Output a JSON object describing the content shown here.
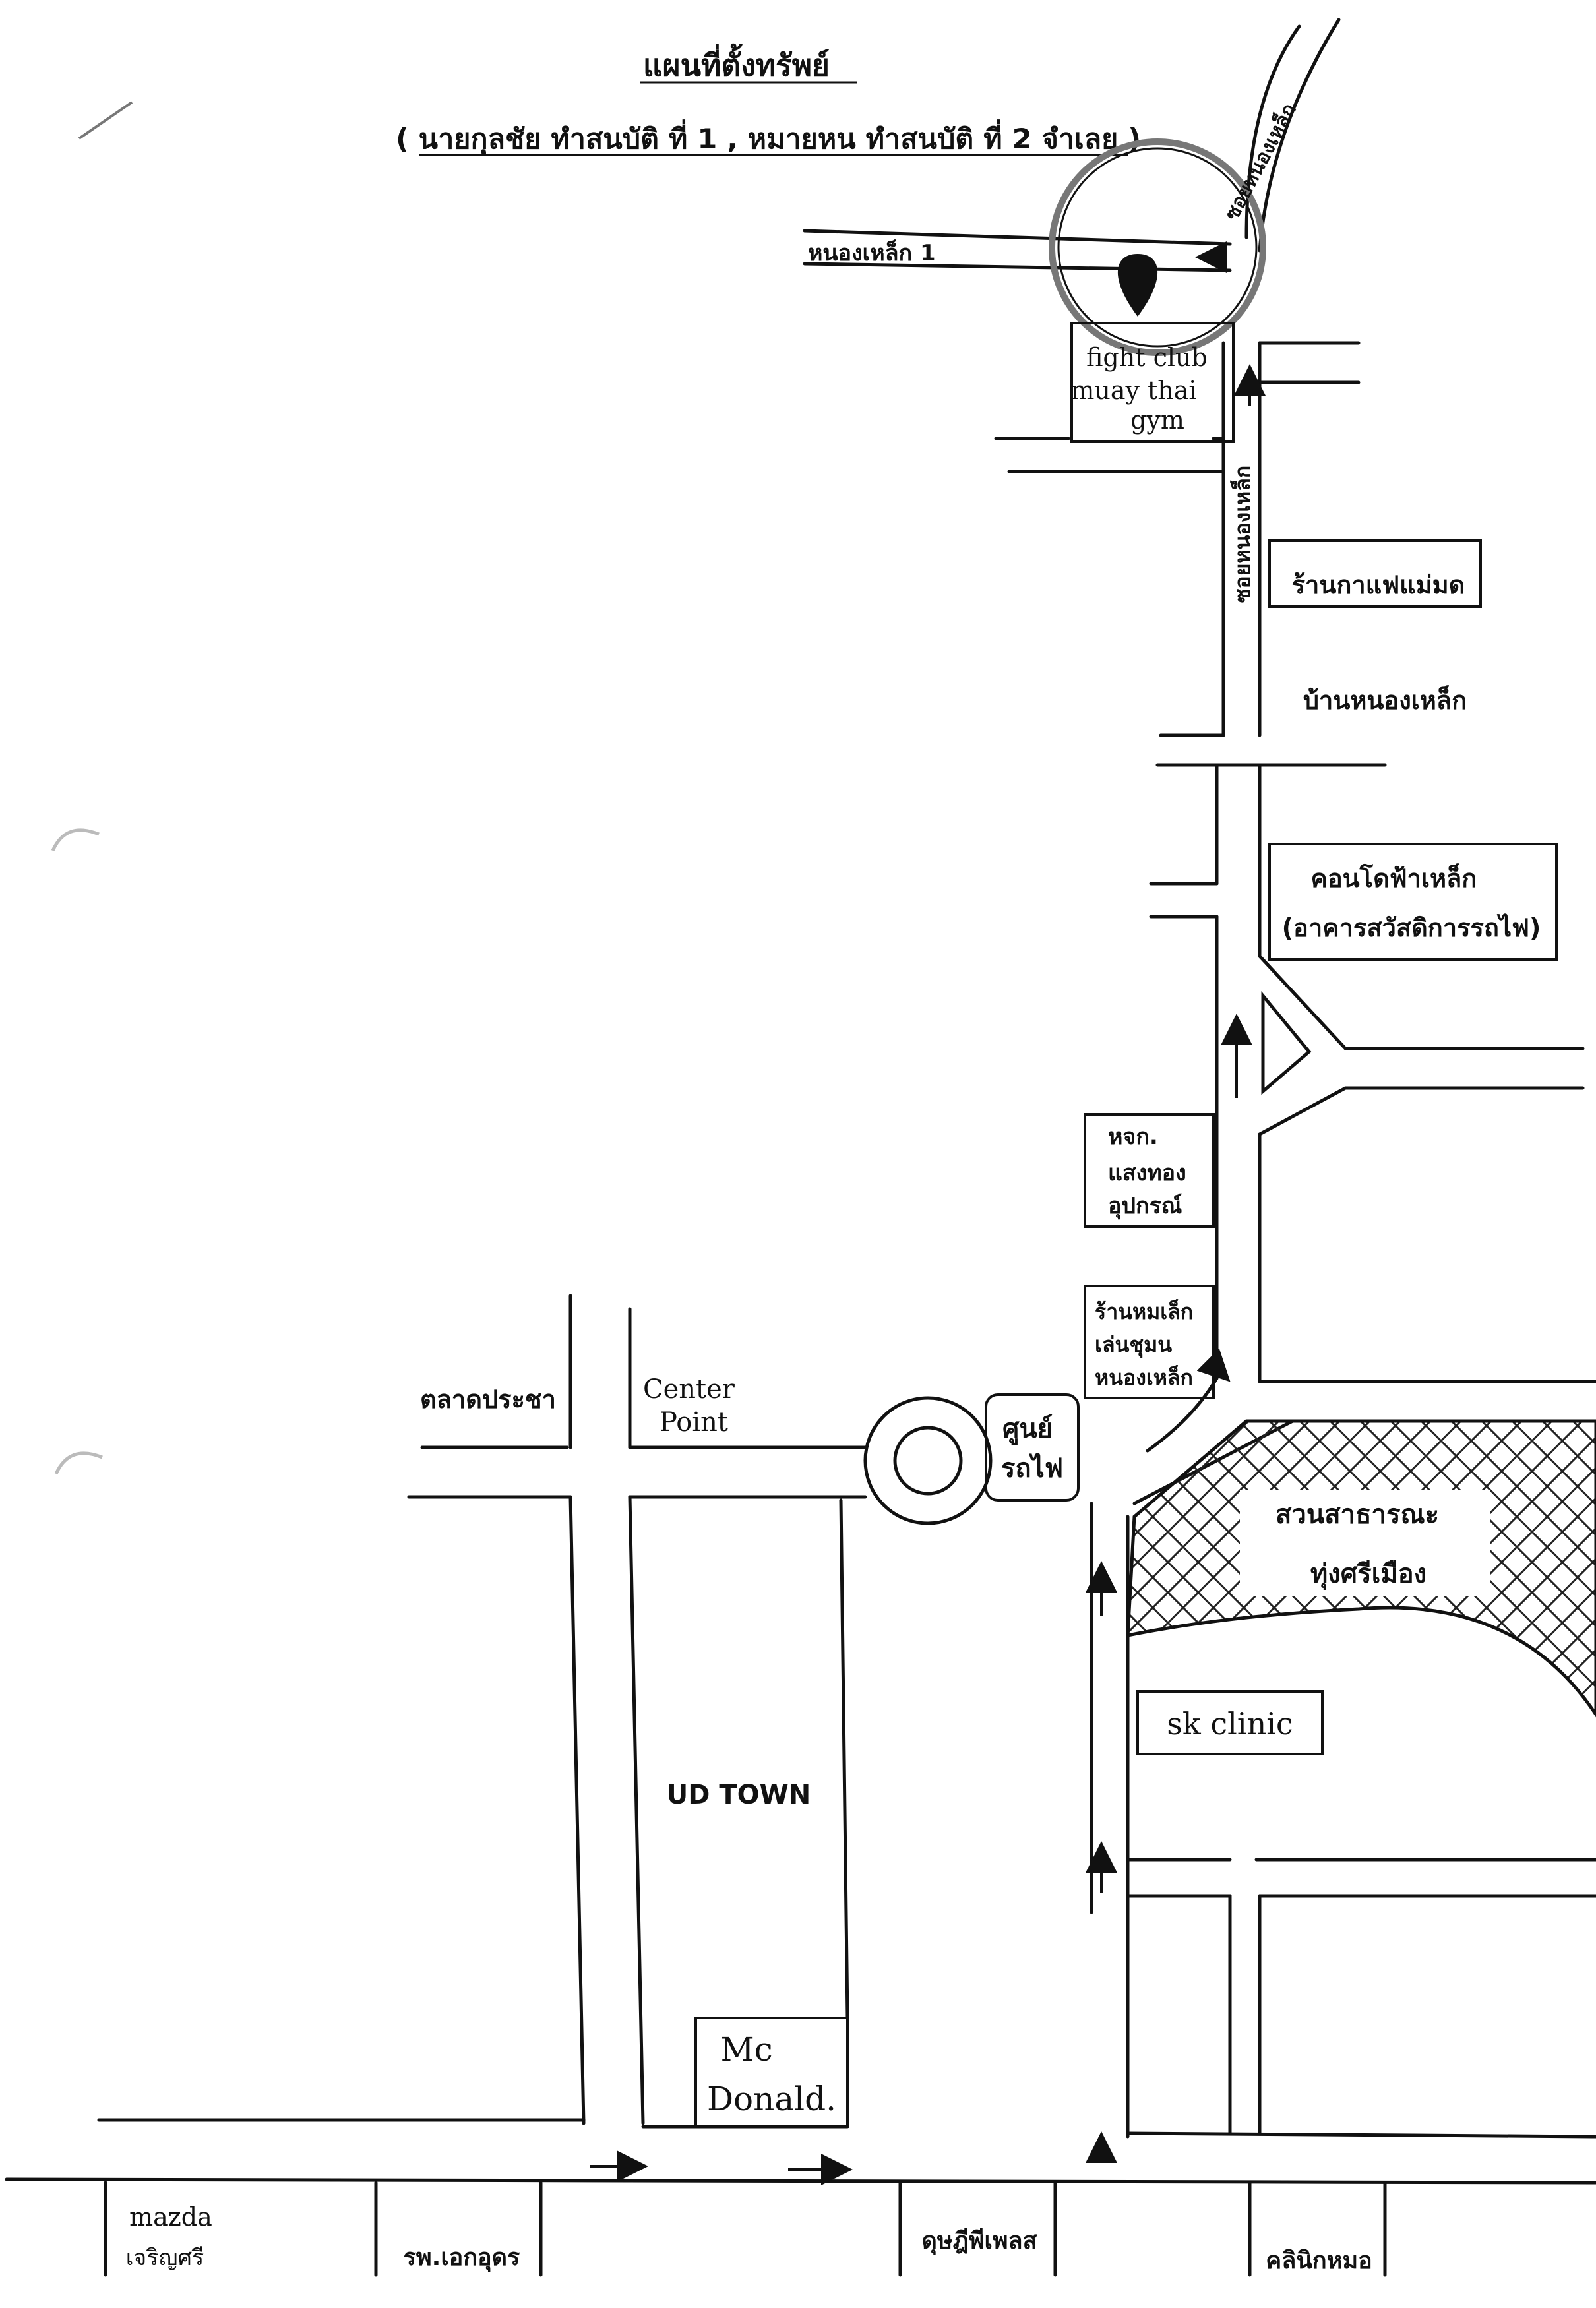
{
  "map": {
    "title": "แผนที่ตั้งทรัพย์",
    "subtitle": "( นายกุลชัย ทำสนบัติ ที่ 1 , หมายหน ทำสนบัติ ที่ 2 จำเลย )",
    "streets": {
      "soi_top": "ซอยหนองเหล็ก",
      "soi_mid": "ซอยหนองเหล็ก",
      "nongrek_1": "หนองเหล็ก 1"
    },
    "places": {
      "gym": [
        "fight club",
        "muay thai",
        "gym"
      ],
      "shop_top": "ร้านกาแฟแม่มด",
      "village": "บ้านหนองเหล็ก",
      "condo": [
        "คอนโดฟ้าเหล็ก",
        "(อาคารสวัสดิการรถไฟ)"
      ],
      "shop_saengthong": [
        "หจก.",
        "แสงทอง",
        "อุปกรณ์"
      ],
      "school": [
        "ร้านหมเล็ก",
        "เล่นชุมน",
        "หนองเหล็ก"
      ],
      "market": "ตลาดประชา",
      "center_point": [
        "Center",
        "Point"
      ],
      "railway_hospital": [
        "ศูนย์",
        "รถไฟ"
      ],
      "park": [
        "สวนสาธารณะ",
        "ทุ่งศรีเมือง"
      ],
      "clinic": "sk clinic",
      "ud_town": "UD TOWN",
      "mcdonald": [
        "Mc",
        "Donald."
      ],
      "mazda": [
        "mazda",
        "เจริญศรี"
      ],
      "hospital": "รพ.เอกอุดร",
      "shop_bottom": "ดุษฎีพีเพลส",
      "clinic_bottom": "คลินิกหมอ"
    }
  },
  "colors": {
    "ink": "#111111",
    "paper": "#ffffff",
    "hatch": "#222222",
    "circle_shade": "#777777"
  }
}
